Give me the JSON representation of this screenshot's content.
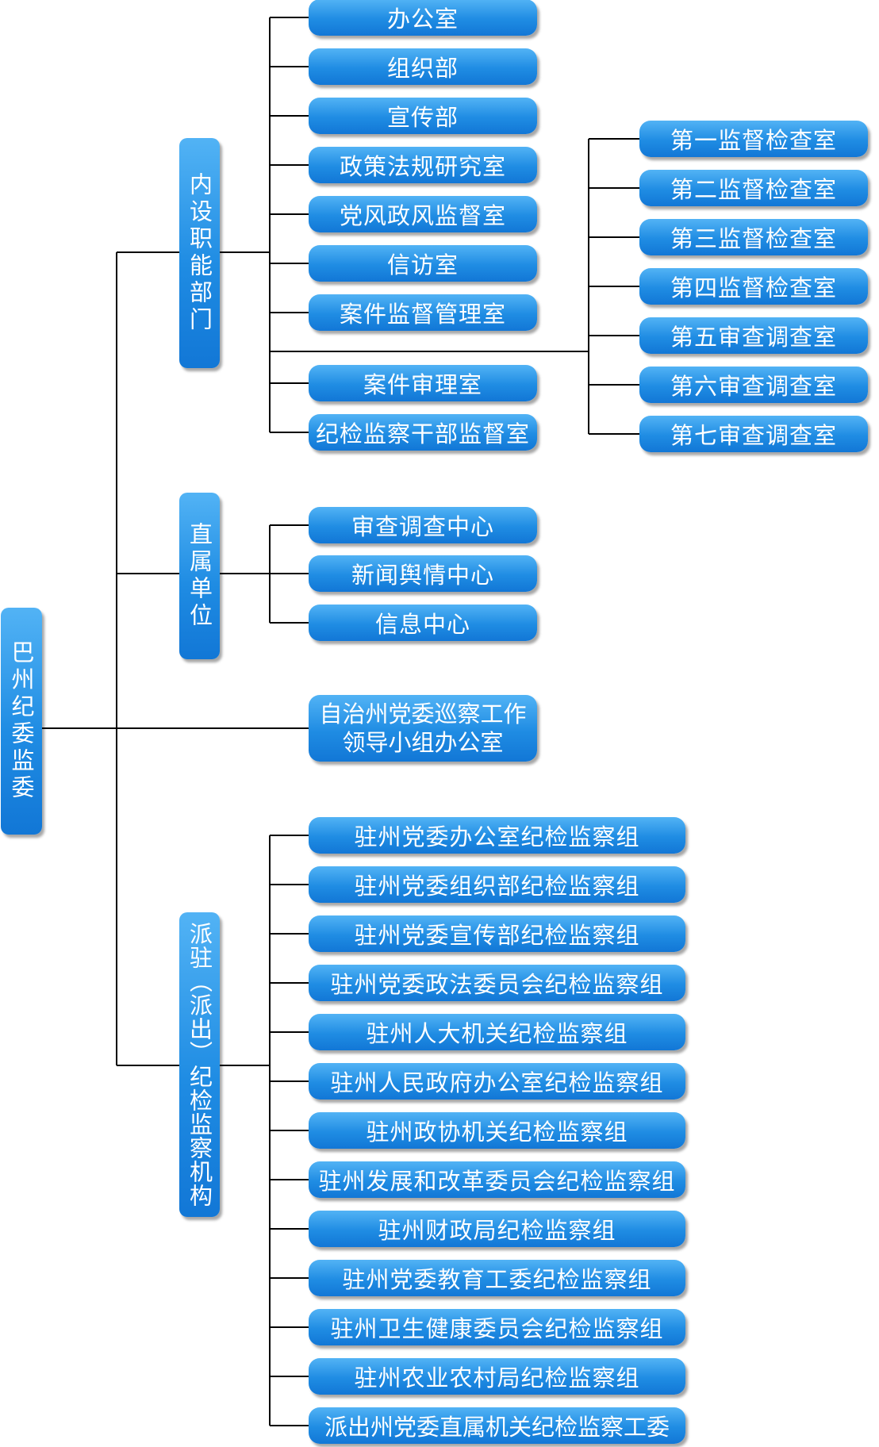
{
  "root": "巴州纪委监委",
  "categories": {
    "internal": "内设职能部门",
    "direct": "直属单位",
    "dispatched": "派驻（派出）纪检监察机构"
  },
  "internal_departments": [
    "办公室",
    "组织部",
    "宣传部",
    "政策法规研究室",
    "党风政风监督室",
    "信访室",
    "案件监督管理室",
    "案件审理室",
    "纪检监察干部监督室"
  ],
  "inspection_offices": [
    "第一监督检查室",
    "第二监督检查室",
    "第三监督检查室",
    "第四监督检查室",
    "第五审查调查室",
    "第六审查调查室",
    "第七审查调查室"
  ],
  "direct_units": [
    "审查调查中心",
    "新闻舆情中心",
    "信息中心"
  ],
  "inspection_leading_group": [
    "自治州党委巡察工作",
    "领导小组办公室"
  ],
  "dispatched_groups": [
    "驻州党委办公室纪检监察组",
    "驻州党委组织部纪检监察组",
    "驻州党委宣传部纪检监察组",
    "驻州党委政法委员会纪检监察组",
    "驻州人大机关纪检监察组",
    "驻州人民政府办公室纪检监察组",
    "驻州政协机关纪检监察组",
    "驻州发展和改革委员会纪检监察组",
    "驻州财政局纪检监察组",
    "驻州党委教育工委纪检监察组",
    "驻州卫生健康委员会纪检监察组",
    "驻州农业农村局纪检监察组",
    "派出州党委直属机关纪检监察工委"
  ],
  "colors": {
    "node_fill": "#1f8ce3",
    "node_text": "#ffffff",
    "connector": "#000000"
  }
}
